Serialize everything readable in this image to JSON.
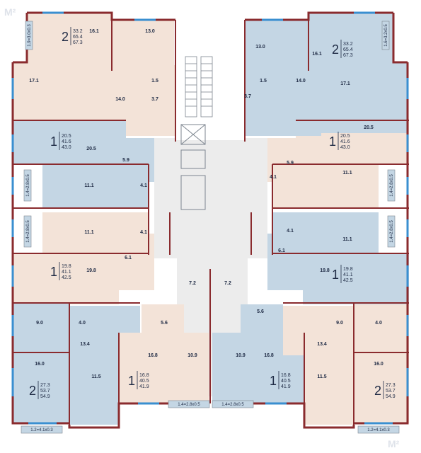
{
  "colors": {
    "pink": "#f3e3d8",
    "peach": "#f6dccb",
    "blue": "#c4d6e4",
    "wall": "#8a2b2e",
    "grey_wall": "#7d858f",
    "core": "#ffffff",
    "corridor": "#ececec",
    "window": "#3a8fd0",
    "text": "#1e2a44"
  },
  "watermarks": [
    "М²",
    "М²"
  ],
  "rooms": [
    "16.1",
    "13.0",
    "17.1",
    "14.0",
    "1.5",
    "3.7",
    "20.5",
    "5.9",
    "11.1",
    "4.1",
    "11.1",
    "4.1",
    "6.1",
    "19.8",
    "13.0",
    "16.1",
    "14.0",
    "17.1",
    "1.5",
    "3.7",
    "20.5",
    "5.9",
    "11.1",
    "4.1",
    "11.1",
    "4.1",
    "6.1",
    "19.8",
    "9.0",
    "4.0",
    "13.4",
    "16.0",
    "11.5",
    "5.6",
    "7.2",
    "7.2",
    "16.8",
    "10.9",
    "5.6",
    "10.9",
    "16.8",
    "9.0",
    "4.0",
    "13.4",
    "16.0",
    "11.5"
  ],
  "badges": [
    {
      "rooms": "2",
      "a": "33.2",
      "b": "65.4",
      "c": "67.3"
    },
    {
      "rooms": "2",
      "a": "33.2",
      "b": "65.4",
      "c": "67.3"
    },
    {
      "rooms": "1",
      "a": "20.5",
      "b": "41.6",
      "c": "43.0"
    },
    {
      "rooms": "1",
      "a": "20.5",
      "b": "41.6",
      "c": "43.0"
    },
    {
      "rooms": "1",
      "a": "19.8",
      "b": "41.1",
      "c": "42.5"
    },
    {
      "rooms": "1",
      "a": "19.8",
      "b": "41.1",
      "c": "42.5"
    },
    {
      "rooms": "2",
      "a": "27.3",
      "b": "53.7",
      "c": "54.9"
    },
    {
      "rooms": "1",
      "a": "16.8",
      "b": "40.5",
      "c": "41.9"
    },
    {
      "rooms": "1",
      "a": "16.8",
      "b": "40.5",
      "c": "41.9"
    },
    {
      "rooms": "2",
      "a": "27.3",
      "b": "53.7",
      "c": "54.9"
    }
  ],
  "balconies": [
    "1.9=3.0x0.3",
    "1.6=3.2x0.5",
    "1.4=2.8x0.5",
    "1.4=2.8x0.5",
    "1.4=2.8x0.5",
    "1.4=2.8x0.5",
    "1.4=2.8x0.5",
    "1.4=2.8x0.5",
    "1.2=4.1x0.3",
    "1.2=4.1x0.3"
  ]
}
